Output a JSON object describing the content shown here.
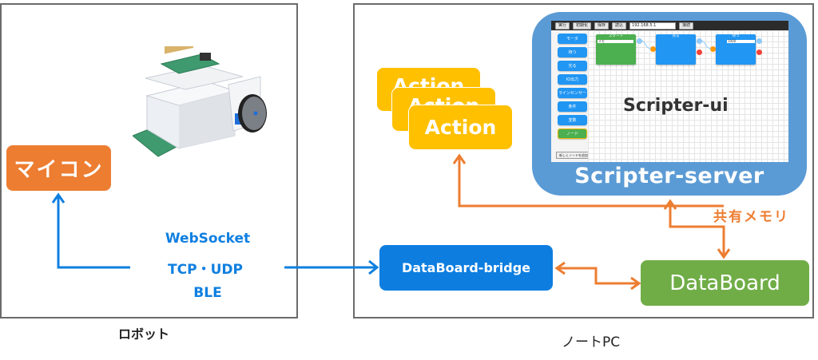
{
  "robot_section": {
    "caption": "ロボット",
    "microcontroller_label": "マイコン",
    "protocols": [
      "WebSocket",
      "TCP・UDP",
      "BLE"
    ]
  },
  "pc_section": {
    "caption": "ノートPC",
    "actions": [
      "Action",
      "Action",
      "Action"
    ],
    "bridge_label": "DataBoard-bridge",
    "databoard_label": "DataBoard",
    "shared_memory_label": "共有メモリ",
    "server": {
      "label": "Scripter-server",
      "ui_label": "Scripter-ui",
      "toolbar": {
        "buttons": [
          "実行",
          "初期化",
          "保存",
          "読込"
        ],
        "address_value": "192.168.5.1",
        "connect_label": "接続"
      },
      "sidebar": {
        "items": [
          "モータ",
          "待つ",
          "光る",
          "IO出力",
          "ラインセンサー",
          "条件",
          "変数",
          "ノード"
        ],
        "add_node_label": "新しくノードを追加"
      },
      "nodes": [
        {
          "title": "スタート",
          "field": "メモ",
          "color": "#4caf50"
        },
        {
          "title": "光る",
          "field": "",
          "color": "#2196f3"
        },
        {
          "title": "待つ",
          "field": "1000",
          "color": "#2196f3"
        }
      ]
    }
  },
  "colors": {
    "orange": "#ed7d31",
    "blue_arrow": "#0f7fe0",
    "action": "#ffc000",
    "server": "#5b9bd5",
    "databoard": "#70ad47",
    "bridge": "#0d7ee0"
  }
}
